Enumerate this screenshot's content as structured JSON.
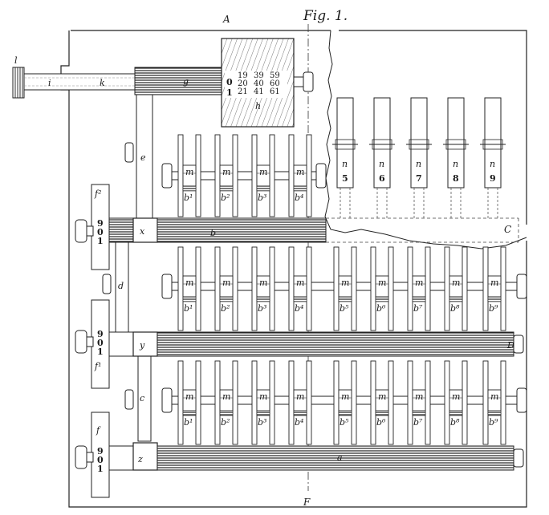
{
  "figure": {
    "title": "Fig. 1.",
    "section_labels": {
      "top": "A",
      "bottom": "F",
      "right": "C"
    }
  },
  "labels": {
    "l": "l",
    "i": "i",
    "k": "k",
    "g": "g",
    "h": "h",
    "e": "e",
    "d": "d",
    "c": "c",
    "f": "f",
    "f1": "f¹",
    "f2": "f²",
    "x": "x",
    "y": "y",
    "z": "z",
    "a": "a",
    "b_shaft": "b",
    "a_shaft": "a",
    "D": "D"
  },
  "drum_numbers": {
    "col0": [
      "",
      "0",
      "1"
    ],
    "col1": [
      "19",
      "20",
      "21"
    ],
    "col2": [
      "39",
      "40",
      "41"
    ],
    "col3": [
      "59",
      "60",
      "61"
    ]
  },
  "dial_digits": [
    "9",
    "0",
    "1"
  ],
  "wheel_label": "m",
  "upper_row": {
    "b_labels": [
      "b¹",
      "b²",
      "b³",
      "b⁴"
    ],
    "m_count": 4
  },
  "middle_row": {
    "b_labels": [
      "b¹",
      "b²",
      "b³",
      "b⁴",
      "b⁵",
      "b⁶",
      "b⁷",
      "b⁸",
      "b⁹"
    ]
  },
  "bottom_row": {
    "b_labels": [
      "b¹",
      "b²",
      "b³",
      "b⁴",
      "b⁵",
      "b⁶",
      "b⁷",
      "b⁸",
      "b⁹"
    ]
  },
  "indicators": {
    "n_label": "n",
    "digits": [
      "5",
      "6",
      "7",
      "8",
      "9"
    ]
  }
}
